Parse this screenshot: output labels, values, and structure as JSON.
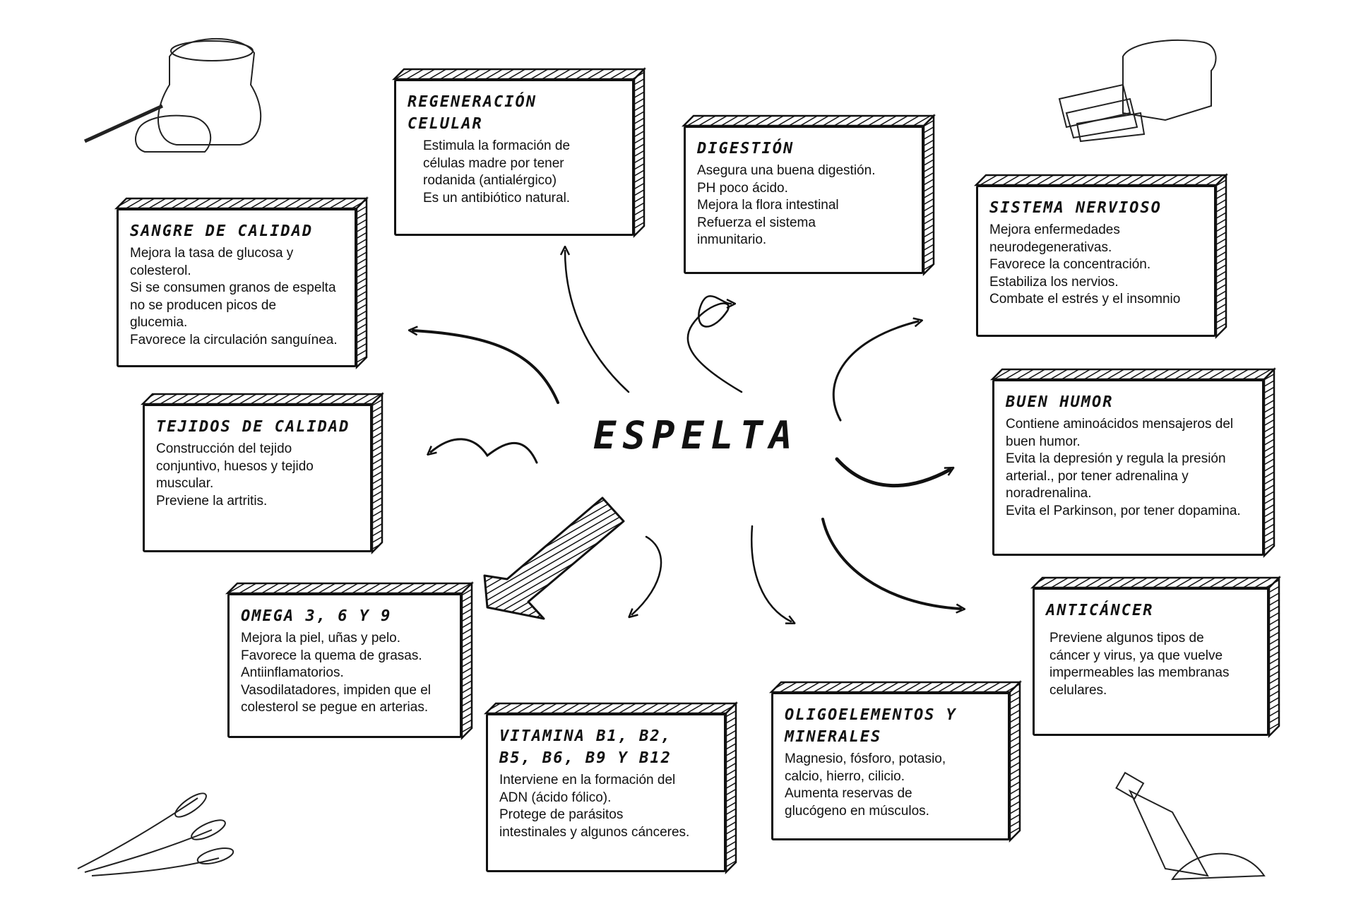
{
  "central": "ESPELTA",
  "boxes": {
    "regeneracion": {
      "title": "Regeneración celular",
      "body": "Estimula la formación de\ncélulas madre por tener\nrodanida (antialérgico)\nEs un antibiótico natural."
    },
    "digestion": {
      "title": "Digestión",
      "body": "Asegura una buena digestión.\nPH poco ácido.\nMejora la flora intestinal\nRefuerza el sistema\ninmunitario."
    },
    "sistema": {
      "title": "Sistema nervioso",
      "body": "Mejora enfermedades\nneurodegenerativas.\nFavorece la concentración.\nEstabiliza los nervios.\nCombate el estrés y el insomnio"
    },
    "sangre": {
      "title": "Sangre de calidad",
      "body": "Mejora la tasa de glucosa y\ncolesterol.\nSi se consumen granos de espelta\nno se producen picos de\nglucemia.\nFavorece la circulación sanguínea."
    },
    "tejidos": {
      "title": "Tejidos de calidad",
      "body": "Construcción del tejido\nconjuntivo, huesos y tejido\nmuscular.\nPreviene la artritis."
    },
    "humor": {
      "title": "Buen humor",
      "body": "Contiene aminoácidos mensajeros del\nbuen humor.\nEvita la depresión y regula la presión\narterial., por tener adrenalina y\nnoradrenalina.\nEvita el Parkinson, por tener dopamina."
    },
    "omega": {
      "title": "Omega 3, 6 y 9",
      "body": "Mejora la piel, uñas y pelo.\nFavorece la quema de grasas.\nAntiinflamatorios.\nVasodilatadores, impiden que el\ncolesterol se pegue en arterias."
    },
    "anticancer": {
      "title": "Anticáncer",
      "body": "Previene algunos tipos de\ncáncer y virus, ya que vuelve\nimpermeables las membranas\ncelulares."
    },
    "vitamina": {
      "title": "Vitamina B1, B2, B5, B6, B9 y B12",
      "body": "Interviene en la formación del\nADN (ácido fólico).\nProtege de parásitos\nintestinales y algunos cánceres."
    },
    "oligo": {
      "title": "Oligoelementos y minerales",
      "body": "Magnesio, fósforo, potasio,\ncalcio, hierro, cilicio.\nAumenta reservas de\nglucógeno en músculos."
    }
  },
  "icons": [
    "flour-sack-icon",
    "bread-loaf-icon",
    "wheat-icon",
    "grain-scoop-icon"
  ],
  "colors": {
    "ink": "#111111",
    "background": "#ffffff"
  }
}
